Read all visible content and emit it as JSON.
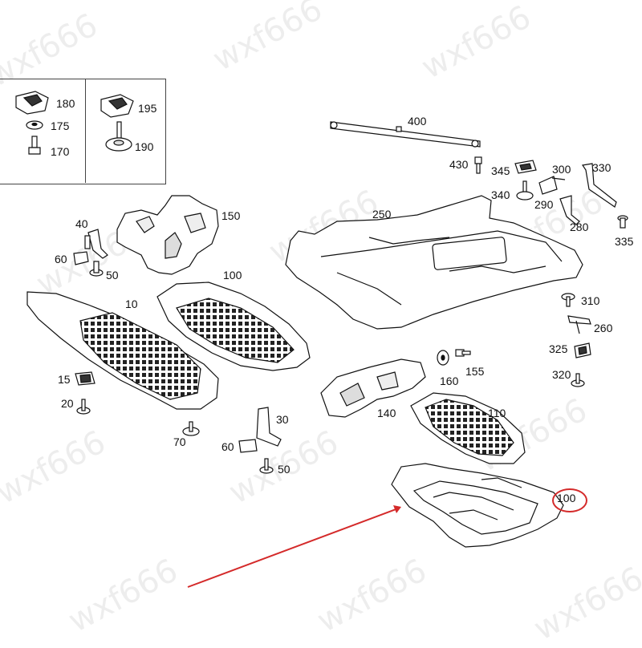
{
  "watermark": {
    "text": "wxf666"
  },
  "legend": {
    "labels": {
      "l180": "180",
      "l175": "175",
      "l170": "170",
      "l195": "195",
      "l190": "190"
    }
  },
  "parts": {
    "p400": "400",
    "p430": "430",
    "p345": "345",
    "p300": "300",
    "p330": "330",
    "p340": "340",
    "p290": "290",
    "p280": "280",
    "p335": "335",
    "p250": "250",
    "p150": "150",
    "p40": "40",
    "p60a": "60",
    "p50a": "50",
    "p100a": "100",
    "p10": "10",
    "p310": "310",
    "p260": "260",
    "p325": "325",
    "p320": "320",
    "p160": "160",
    "p155": "155",
    "p15": "15",
    "p20": "20",
    "p140": "140",
    "p110": "110",
    "p30": "30",
    "p70": "70",
    "p60b": "60",
    "p50b": "50",
    "p100b": "100"
  },
  "highlight": {
    "color": "#d42a2a"
  }
}
